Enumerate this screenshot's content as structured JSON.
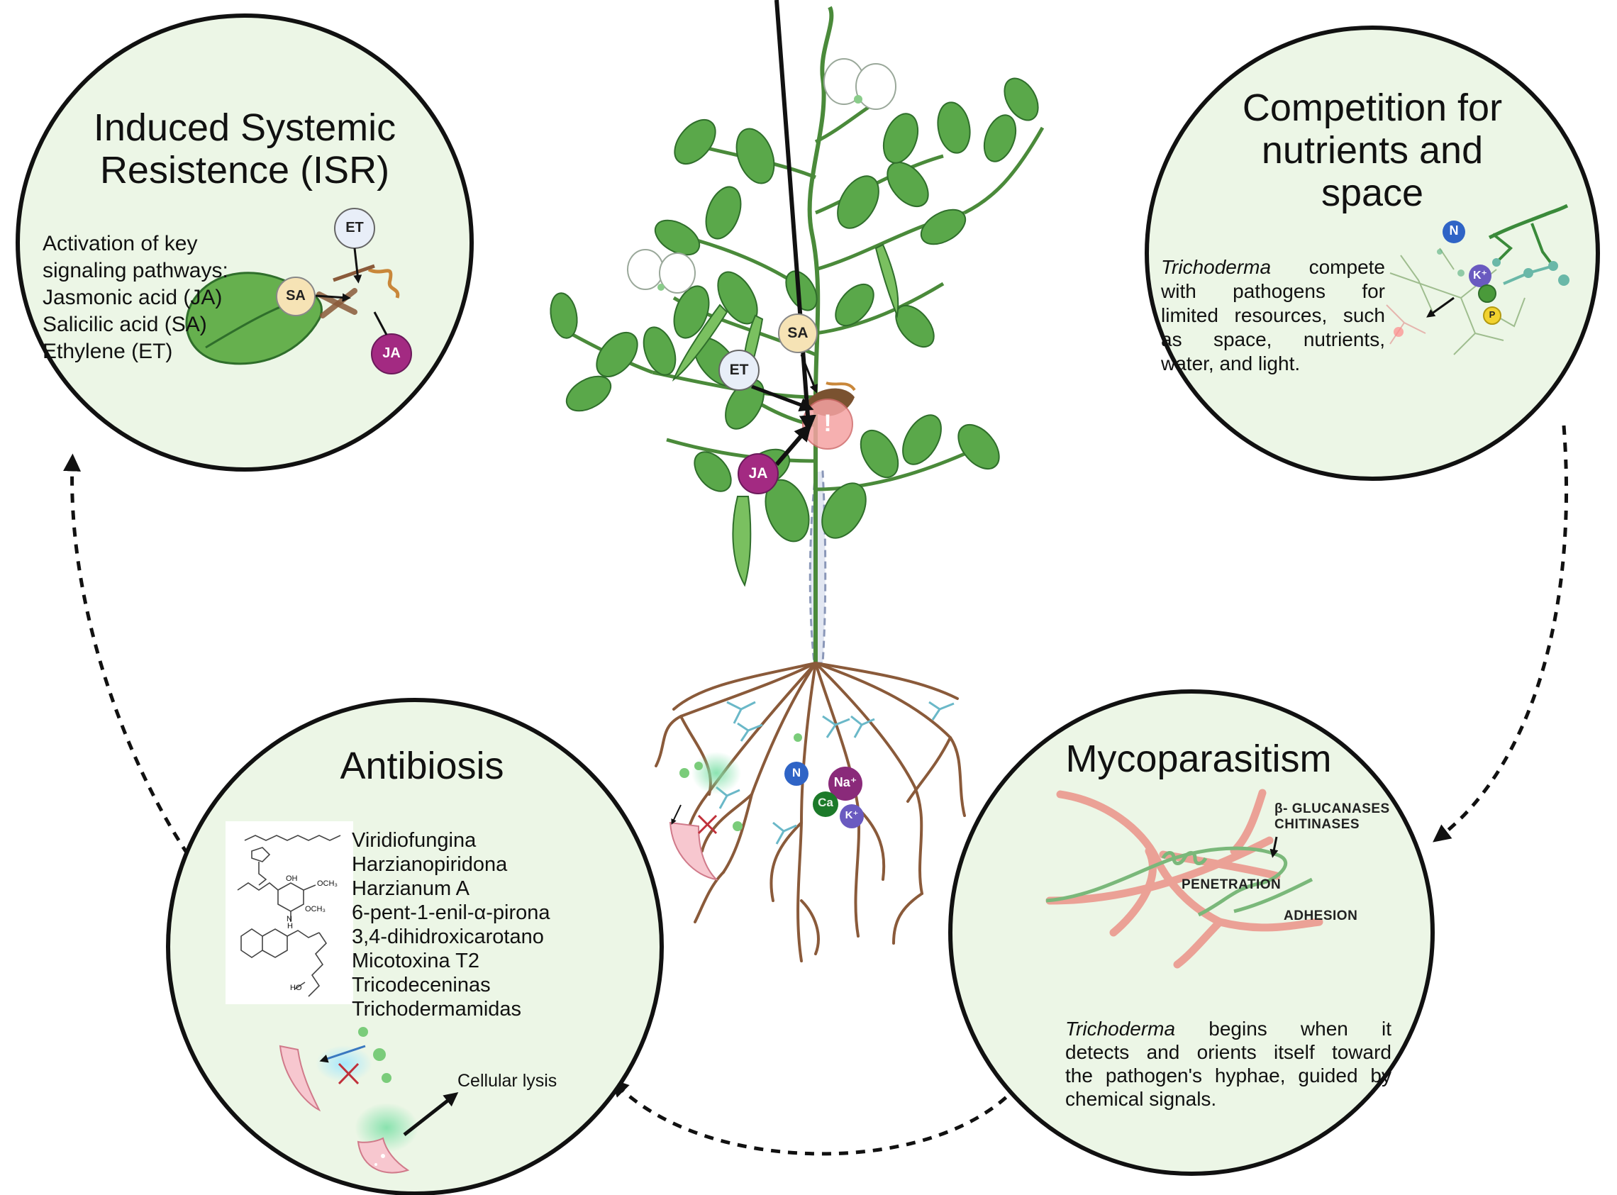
{
  "isr": {
    "title_line1": "Induced Systemic",
    "title_line2": "Resistence (ISR)",
    "lines": [
      "Activation of key",
      "signaling pathways:",
      "Jasmonic acid (JA)",
      "Salicilic acid (SA)",
      "Ethylene (ET)"
    ],
    "labels": {
      "et": "ET",
      "sa": "SA",
      "ja": "JA"
    }
  },
  "competition": {
    "title_line1": "Competition for",
    "title_line2": "nutrients and",
    "title_line3": "space",
    "italic_word": "Trichoderma",
    "line1_rest": "compete",
    "line2": "with pathogens for",
    "line3": "limited resources, such",
    "line4": "as space, nutrients,",
    "line5": "water, and light.",
    "nutrients": {
      "n": "N",
      "k": "K⁺",
      "p": "P"
    }
  },
  "antibiosis": {
    "title": "Antibiosis",
    "compounds": [
      "Viridiofungina",
      "Harzianopiridona",
      "Harzianum A",
      "6-pent-1-enil-α-pirona",
      "3,4-dihidroxicarotano",
      "Micotoxina T2",
      "Tricodeceninas",
      "Trichodermamidas"
    ],
    "lysis_label": "Cellular lysis",
    "structure_labels": {
      "och3_a": "OCH₃",
      "och3_b": "OCH₃",
      "oh": "OH",
      "nh": "N",
      "h": "H",
      "ho": "HO"
    }
  },
  "mycoparasitism": {
    "title": "Mycoparasitism",
    "label_glucanases": "β- GLUCANASES",
    "label_chitinases": "CHITINASES",
    "label_penetration": "PENETRATION",
    "label_adhesion": "ADHESION",
    "italic_word": "Trichoderma",
    "line1_rest": "begins when it",
    "line2": "detects and orients itself toward",
    "line3": "the pathogen's hyphae, guided by",
    "line4": "chemical signals."
  },
  "center": {
    "labels": {
      "sa": "SA",
      "et": "ET",
      "ja": "JA",
      "alert": "!"
    },
    "root_ions": {
      "n": "N",
      "na": "Na⁺",
      "ca": "Ca",
      "k": "K⁺"
    }
  },
  "colors": {
    "circle_fill": "#ecf6e6",
    "outline": "#111111",
    "leaf": "#5aa84a",
    "leaf_dark": "#2f6e2b",
    "stem": "#4a8a3a",
    "root": "#8a5a3a",
    "ja": "#a32a82",
    "sa": "#f6e3b5",
    "et": "#e8eef8",
    "hypha_pink": "#eba196",
    "hypha_green": "#6aa86a",
    "nitrogen": "#2f64c6",
    "potassium": "#6a5ac0",
    "phosphorus": "#f2d22e",
    "calcium": "#1c7a2a",
    "sodium": "#8a2a7a"
  }
}
